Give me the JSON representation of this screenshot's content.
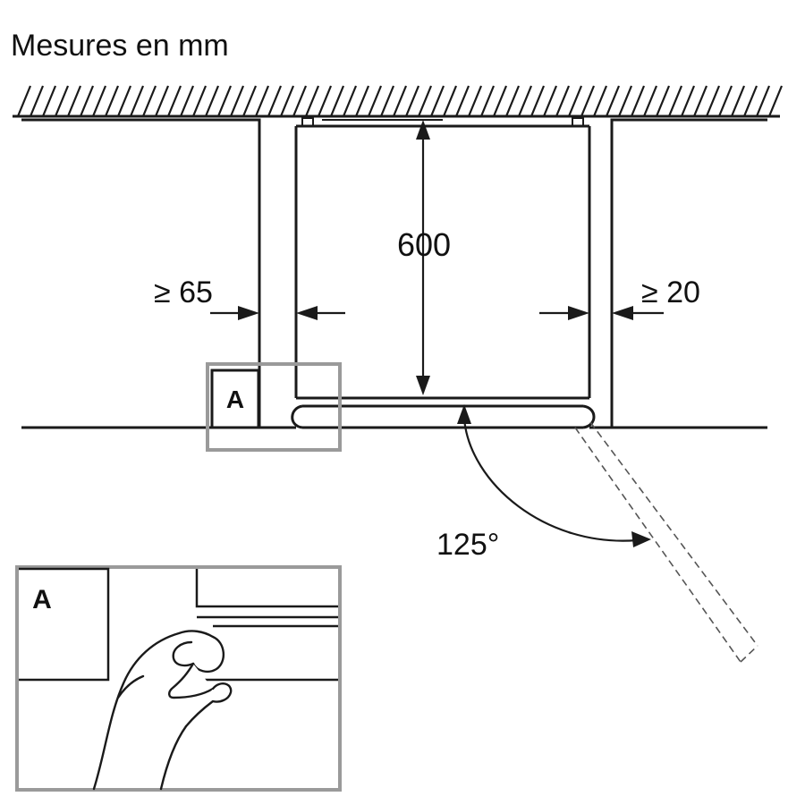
{
  "title": "Mesures en mm",
  "dimensions": {
    "depth": "600",
    "left_clearance": "≥ 65",
    "right_clearance": "≥ 20",
    "door_angle": "125°"
  },
  "detail_label": "A",
  "inset_label": "A",
  "colors": {
    "line": "#1a1a1a",
    "detail_frame": "#9a9a9a",
    "hatch": "#1a1a1a"
  }
}
